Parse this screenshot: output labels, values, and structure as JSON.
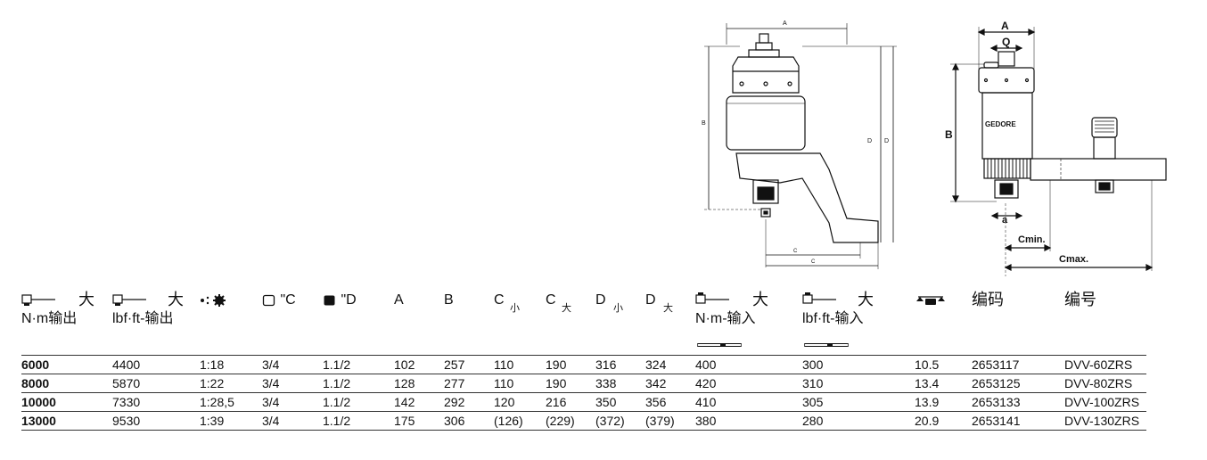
{
  "drawing": {
    "left_labels": {
      "a_top": "A",
      "b_side": "B",
      "d1": "D",
      "d2": "D",
      "cmin": "C",
      "cmax": "C"
    },
    "right_labels": {
      "a": "A",
      "q": "Q",
      "b": "B",
      "small_a": "a",
      "cmin": "Cmin.",
      "cmax": "Cmax.",
      "brand": "GEDORE"
    }
  },
  "table": {
    "headers": [
      {
        "id": "out-nm",
        "icon": "torque-output-icon",
        "big": "大",
        "line2": "N·m输出"
      },
      {
        "id": "out-lbf",
        "icon": "torque-output-icon",
        "big": "大",
        "line2": "lbf·ft-输出"
      },
      {
        "id": "ratio",
        "icon": "gear-ratio-icon",
        "text": ""
      },
      {
        "id": "sq-in",
        "icon": "square-outline-icon",
        "text": "\"C"
      },
      {
        "id": "sq-out",
        "icon": "square-filled-icon",
        "text": "\"D"
      },
      {
        "id": "a",
        "text": "A"
      },
      {
        "id": "b",
        "text": "B"
      },
      {
        "id": "c-min",
        "text": "C",
        "sub": "小"
      },
      {
        "id": "c-max",
        "text": "C",
        "sub": "大"
      },
      {
        "id": "d-min",
        "text": "D",
        "sub": "小"
      },
      {
        "id": "d-max",
        "text": "D",
        "sub": "大"
      },
      {
        "id": "in-nm",
        "icon": "torque-input-icon",
        "big": "大",
        "line2": "N·m-输入"
      },
      {
        "id": "in-lbf",
        "icon": "torque-input-icon",
        "big": "大",
        "line2": "lbf·ft-输入"
      },
      {
        "id": "weight",
        "icon": "scale-kg-icon",
        "text": ""
      },
      {
        "id": "code",
        "text": "编码"
      },
      {
        "id": "model",
        "text": "编号"
      }
    ],
    "rows": [
      [
        "6000",
        "4400",
        "1:18",
        "3/4",
        "1.1/2",
        "102",
        "257",
        "110",
        "190",
        "316",
        "324",
        "400",
        "300",
        "10.5",
        "2653117",
        "DVV-60ZRS"
      ],
      [
        "8000",
        "5870",
        "1:22",
        "3/4",
        "1.1/2",
        "128",
        "277",
        "110",
        "190",
        "338",
        "342",
        "420",
        "310",
        "13.4",
        "2653125",
        "DVV-80ZRS"
      ],
      [
        "10000",
        "7330",
        "1:28,5",
        "3/4",
        "1.1/2",
        "142",
        "292",
        "120",
        "216",
        "350",
        "356",
        "410",
        "305",
        "13.9",
        "2653133",
        "DVV-100ZRS"
      ],
      [
        "13000",
        "9530",
        "1:39",
        "3/4",
        "1.1/2",
        "175",
        "306",
        "(126)",
        "(229)",
        "(372)",
        "(379)",
        "380",
        "280",
        "20.9",
        "2653141",
        "DVV-130ZRS"
      ]
    ]
  }
}
